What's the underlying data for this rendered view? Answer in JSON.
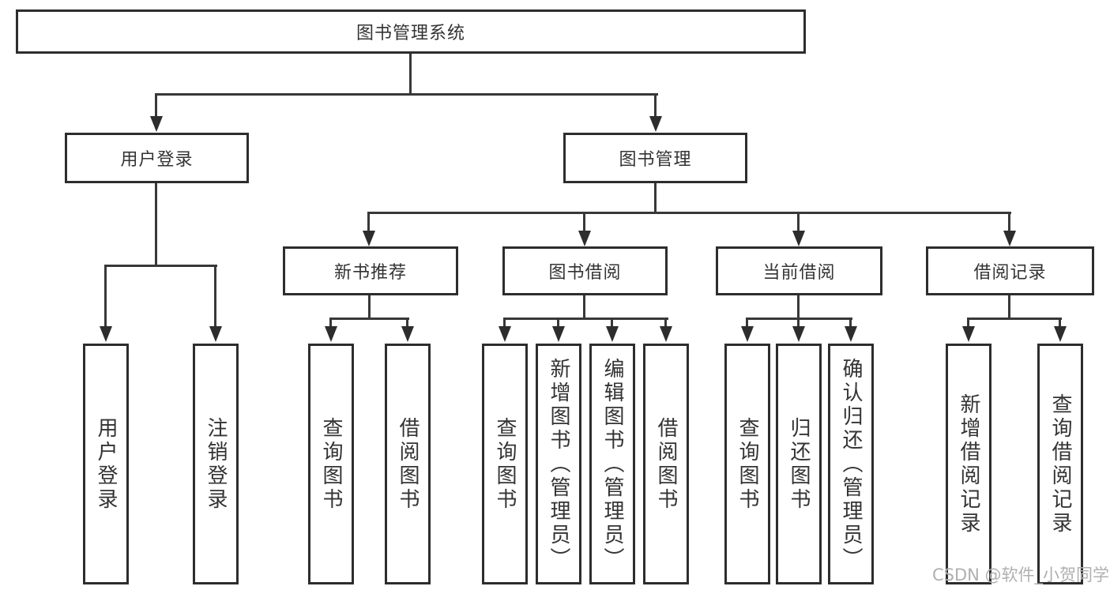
{
  "nodes": {
    "root": "图书管理系统",
    "user_login": "用户登录",
    "book_mgmt": "图书管理",
    "new_book_rec": "新书推荐",
    "book_borrow": "图书借阅",
    "current_borrow": "当前借阅",
    "borrow_records": "借阅记录",
    "leaf_user_login": "用户登录",
    "leaf_logout": "注销登录",
    "leaf_query_books_rec": "查询图书",
    "leaf_borrow_books_rec": "借阅图书",
    "leaf_query_books_borrow": "查询图书",
    "leaf_add_book_admin": "新增图书（管理员）",
    "leaf_edit_book_admin": "编辑图书（管理员）",
    "leaf_borrow_books_borrow": "借阅图书",
    "leaf_query_books_current": "查询图书",
    "leaf_return_book": "归还图书",
    "leaf_confirm_return_admin": "确认归还（管理员）",
    "leaf_add_borrow_record": "新增借阅记录",
    "leaf_query_borrow_record": "查询借阅记录"
  },
  "hierarchy": {
    "图书管理系统": {
      "用户登录": [
        "用户登录",
        "注销登录"
      ],
      "图书管理": {
        "新书推荐": [
          "查询图书",
          "借阅图书"
        ],
        "图书借阅": [
          "查询图书",
          "新增图书（管理员）",
          "编辑图书（管理员）",
          "借阅图书"
        ],
        "当前借阅": [
          "查询图书",
          "归还图书",
          "确认归还（管理员）"
        ],
        "借阅记录": [
          "新增借阅记录",
          "查询借阅记录"
        ]
      }
    }
  },
  "watermark": "CSDN @软件_小贺同学",
  "colors": {
    "line": "#383838",
    "border": "#2d2d2d",
    "text": "#333333",
    "watermark": "#b0b0b0",
    "background": "#ffffff"
  }
}
